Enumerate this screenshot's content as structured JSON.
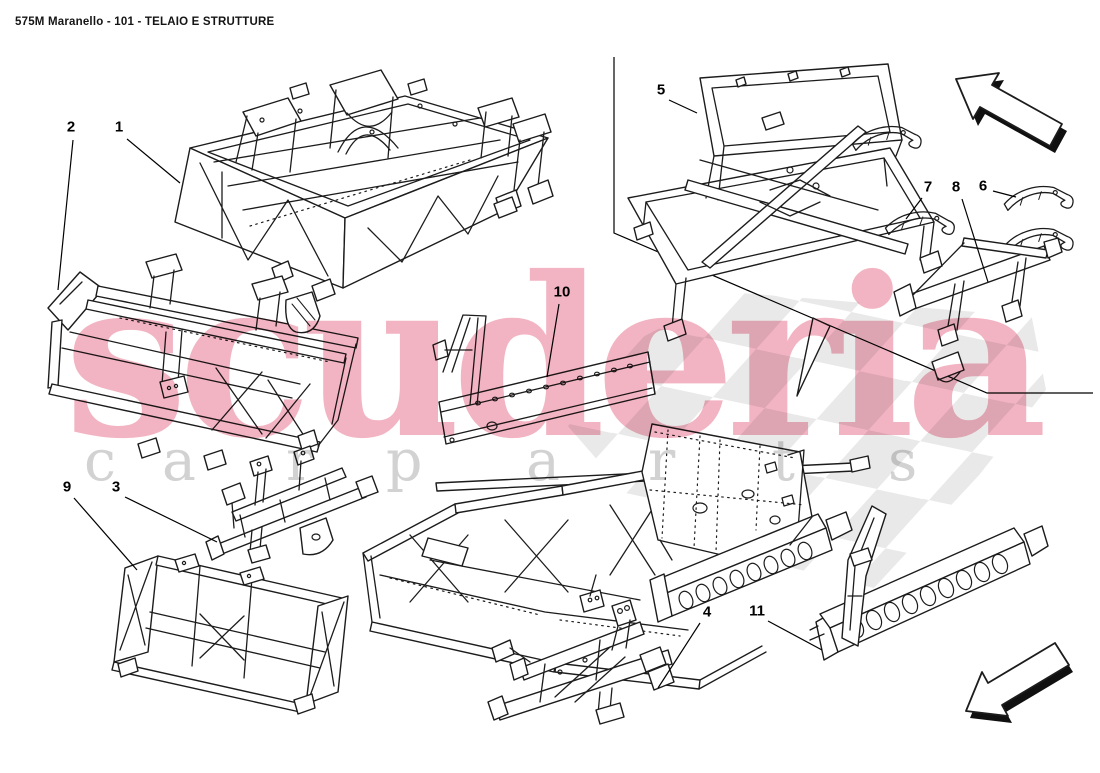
{
  "header": {
    "title": "575M Maranello - 101 - TELAIO E STRUTTURE"
  },
  "watermark": {
    "brand": "scuderia",
    "tagline_letters": [
      "c",
      "a",
      "r",
      "p",
      "a",
      "r",
      "t",
      "s"
    ],
    "brand_color": "#f2b4c2",
    "tagline_color": "#d2d2d2",
    "flag_color": "#e7e7e7"
  },
  "callouts": [
    {
      "number": "1"
    },
    {
      "number": "2"
    },
    {
      "number": "3"
    },
    {
      "number": "4"
    },
    {
      "number": "5"
    },
    {
      "number": "6"
    },
    {
      "number": "7"
    },
    {
      "number": "8"
    },
    {
      "number": "9"
    },
    {
      "number": "10"
    },
    {
      "number": "11"
    }
  ],
  "icons": {
    "arrow_top": "direction-arrow-up-left",
    "arrow_bottom": "direction-arrow-down-left"
  },
  "line_color": "#1c1c1c"
}
